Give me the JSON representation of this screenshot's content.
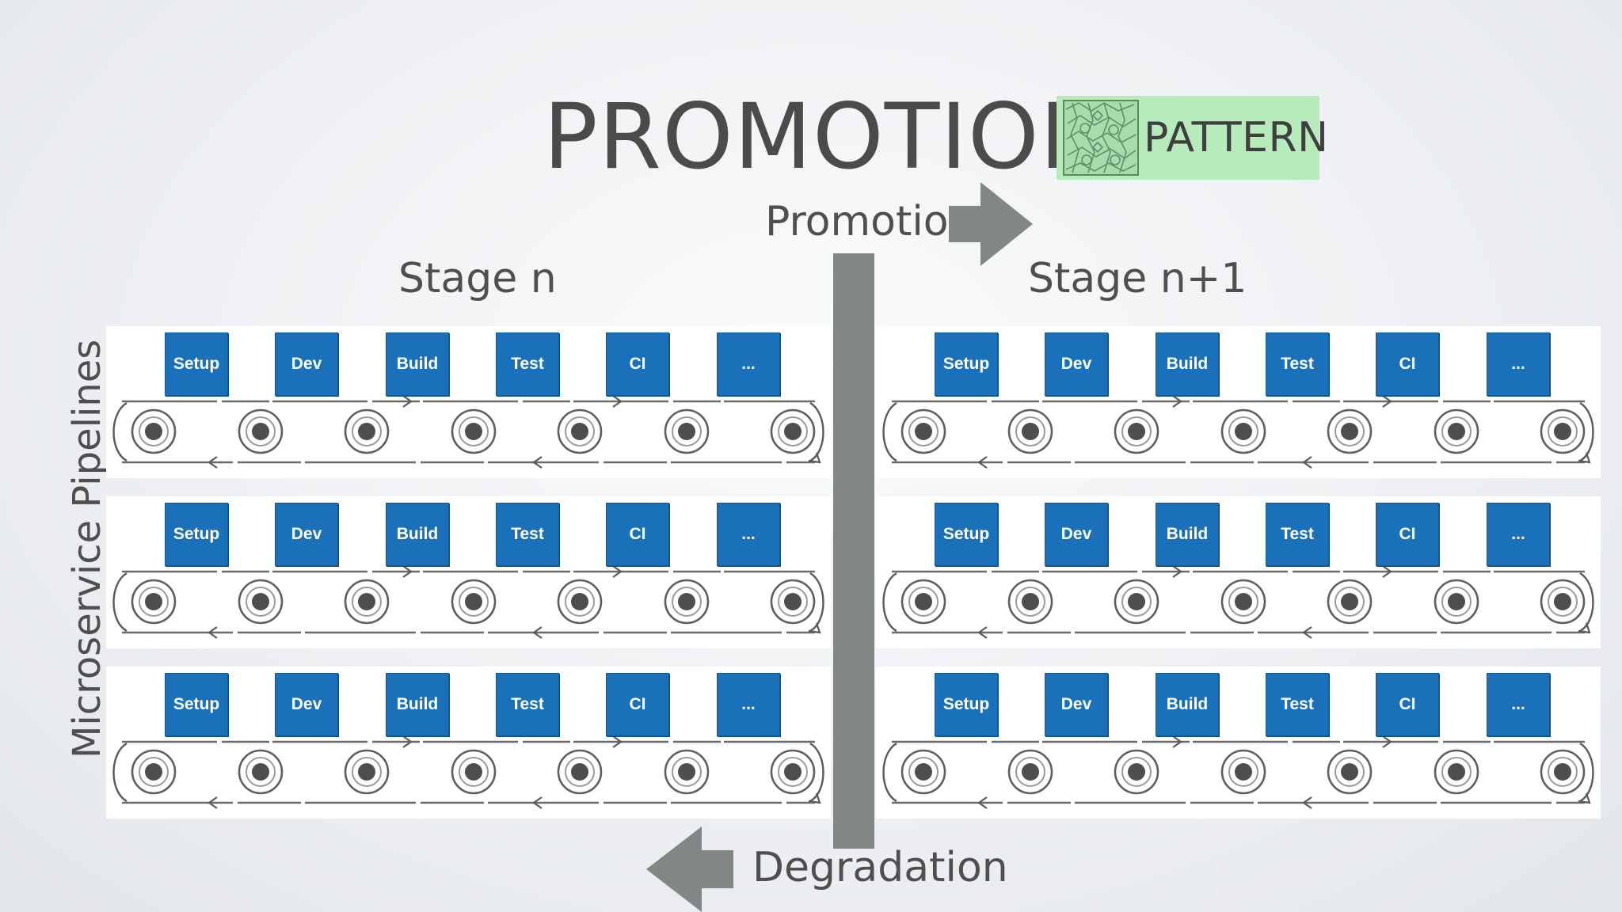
{
  "title": "PROMOTION",
  "badge": {
    "text": "PATTERN",
    "icon": "pattern-grid-icon",
    "background": "#b7ebbb"
  },
  "labels": {
    "promotion": "Promotion",
    "degradation": "Degradation",
    "stage_left": "Stage n",
    "stage_right": "Stage n+1",
    "vertical": "Microservice Pipelines"
  },
  "steps": [
    "Setup",
    "Dev",
    "Build",
    "Test",
    "CI",
    "..."
  ],
  "colors": {
    "step": "#1b71b9",
    "arrow": "#808785",
    "text": "#4b4b4b"
  }
}
